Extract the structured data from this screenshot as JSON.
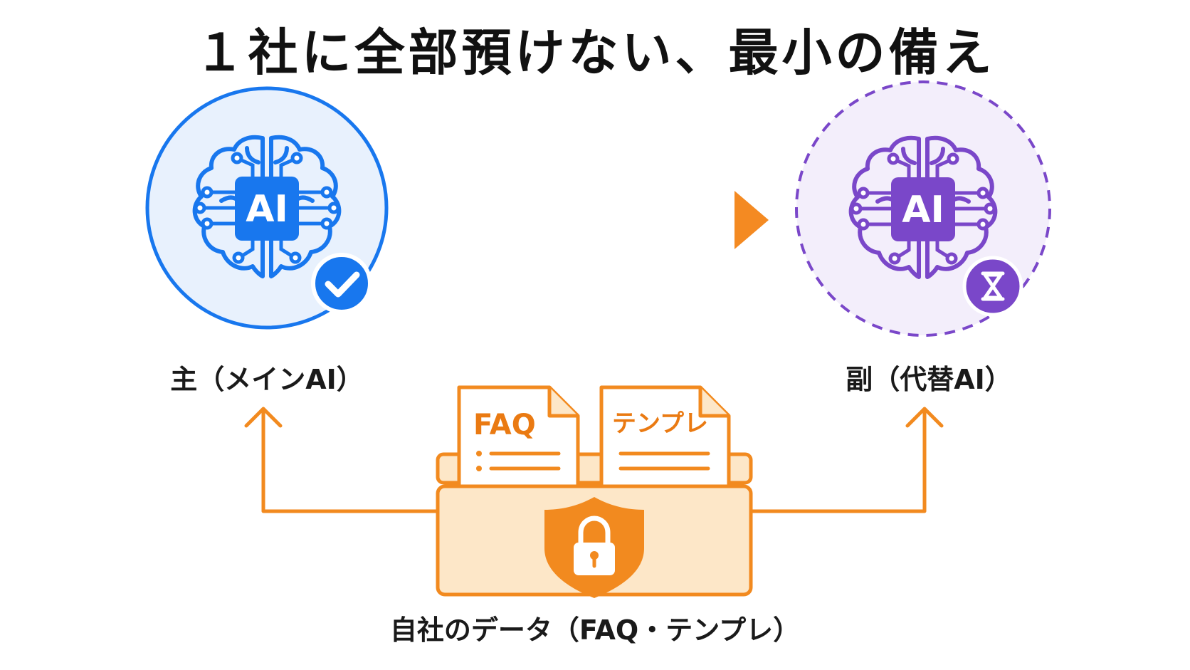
{
  "title": "１社に全部預けない、最小の備え",
  "main_ai": {
    "chip_text": "AI",
    "label": "主（メインAI）",
    "status_icon": "check-icon"
  },
  "sub_ai": {
    "chip_text": "AI",
    "label": "副（代替AI）",
    "status_icon": "hourglass-icon"
  },
  "data_box": {
    "doc_faq": "FAQ",
    "doc_template": "テンプレ",
    "label": "自社のデータ（FAQ・テンプレ）",
    "icon": "shield-lock-icon"
  },
  "colors": {
    "main": "#1877ee",
    "sub": "#7a47c9",
    "data": "#f28a1f"
  }
}
